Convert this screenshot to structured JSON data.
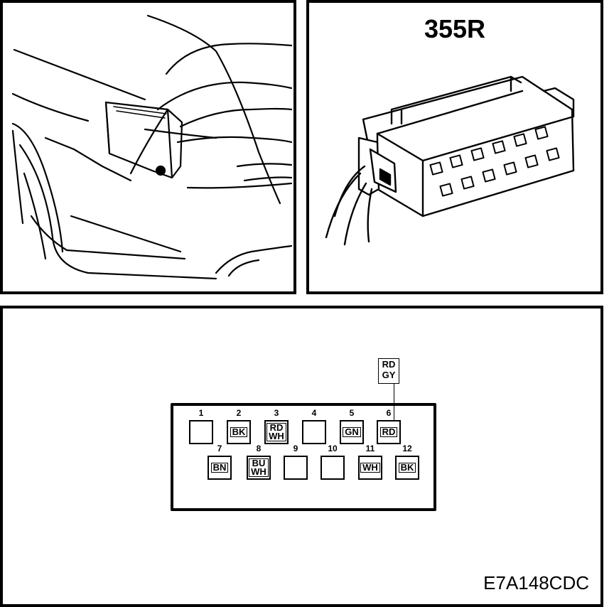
{
  "connector": {
    "id": "355R"
  },
  "pinout": {
    "pins": [
      {
        "num": "1",
        "wire": ""
      },
      {
        "num": "2",
        "wire": "BK"
      },
      {
        "num": "3",
        "wire": "RD\nWH"
      },
      {
        "num": "4",
        "wire": ""
      },
      {
        "num": "5",
        "wire": "GN"
      },
      {
        "num": "6",
        "wire": "RD"
      },
      {
        "num": "7",
        "wire": "BN"
      },
      {
        "num": "8",
        "wire": "BU\nWH"
      },
      {
        "num": "9",
        "wire": ""
      },
      {
        "num": "10",
        "wire": ""
      },
      {
        "num": "11",
        "wire": "WH"
      },
      {
        "num": "12",
        "wire": "BK"
      }
    ],
    "callout": "RD\nGY"
  },
  "figure_code": "E7A148CDC"
}
